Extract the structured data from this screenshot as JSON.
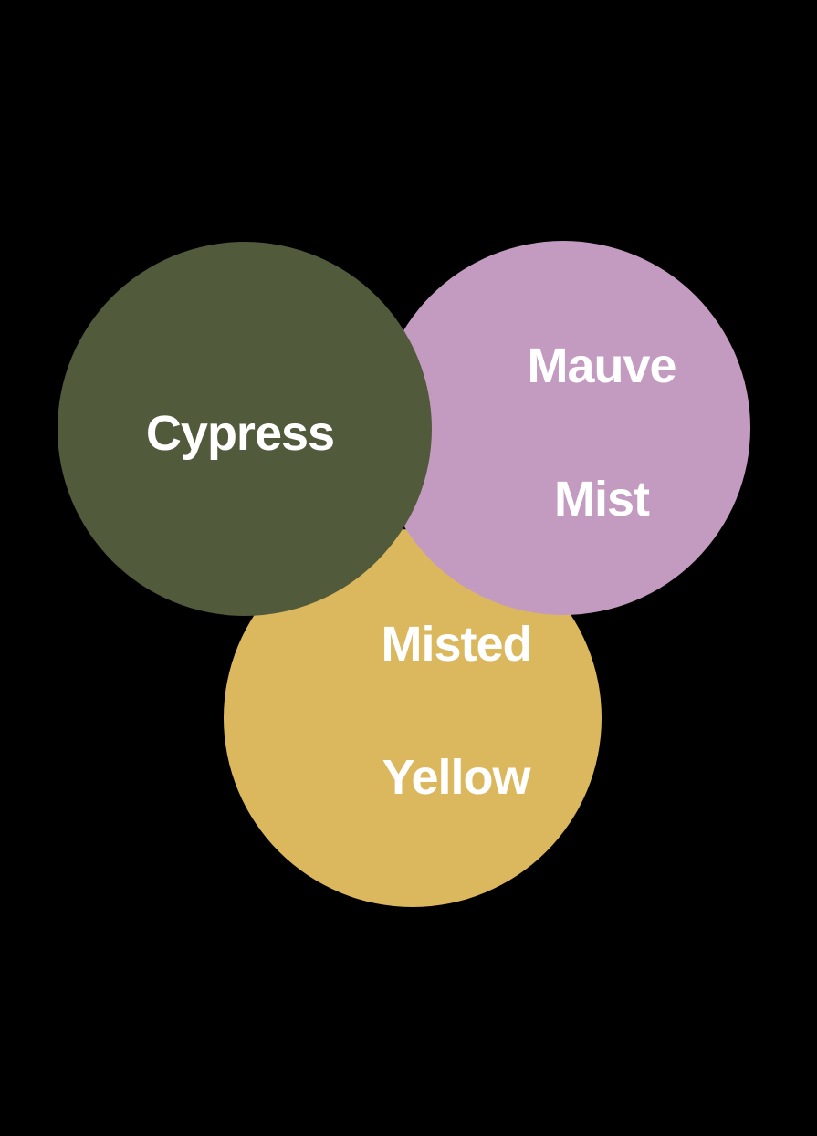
{
  "background_color": "#000000",
  "text_color": "#FFFFFF",
  "palette": {
    "cypress": {
      "label": "Cypress",
      "color": "#525A3C"
    },
    "mauve_mist": {
      "line1": "Mauve",
      "line2": "Mist",
      "color": "#C49BC0"
    },
    "misted_yellow": {
      "line1": "Misted",
      "line2": "Yellow",
      "color": "#DBB75E"
    }
  }
}
